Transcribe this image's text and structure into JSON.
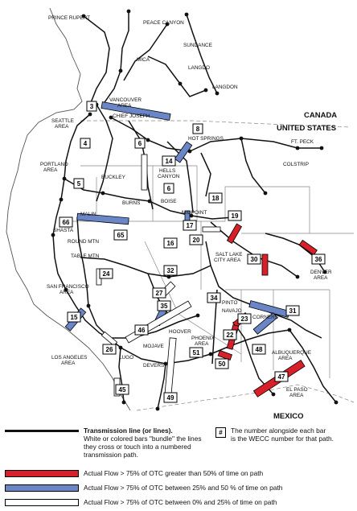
{
  "labels": {
    "prince_rupert": "PRINCE RUPERT",
    "peace_canyon": "PEACE CANYON",
    "mica": "MICA",
    "sundance": "SUNDANCE",
    "langdon_top": "LANGDO",
    "langdon": "LANGDON",
    "vancouver": "VANCOUVER",
    "vancouver_area": "AREA",
    "chief_joseph": "CHIEF JOSEPH",
    "seattle": "SEATTLE",
    "seattle_area": "AREA",
    "hot_springs": "HOT SPRINGS",
    "ft_peck": "FT. PECK",
    "portland": "PORTLAND",
    "portland_area": "AREA",
    "colstrip": "COLSTRIP",
    "buckley": "BUCKLEY",
    "hells_canyon_1": "HELLS",
    "hells_canyon_2": "CANYON",
    "burns": "BURNS",
    "boise": "BOISE",
    "midpoint": "MIDPOINT",
    "shasta": "SHASTA",
    "malin": "MALIN",
    "round_mtn": "ROUND MTN",
    "table_mtn": "TABLE MTN",
    "salt_lake_1": "SALT LAKE",
    "salt_lake_2": "CITY AREA",
    "denver_1": "DENVER",
    "denver_2": "AREA",
    "san_francisco": "SAN FRANCISCO",
    "san_francisco_area": "AREA",
    "pinto": "PINTO",
    "navajo": "NAVAJO",
    "four_corners": "CORNERS",
    "los_angeles": "LOS ANGELES",
    "los_angeles_area": "AREA",
    "lugo": "LUGO",
    "hoover": "HOOVER",
    "mojave": "MOJAVE",
    "phoenix": "PHOENIX",
    "phoenix_area": "AREA",
    "devers": "DEVERS",
    "albuquerque_1": "ALBUQUERQUE",
    "albuquerque_2": "AREA",
    "el_paso_1": "EL PASO",
    "el_paso_2": "AREA",
    "canada": "CANADA",
    "united_states": "UNITED STATES",
    "mexico": "MEXICO"
  },
  "paths": {
    "p3": "3",
    "p4": "4",
    "p5": "5",
    "p6": "6",
    "p6b": "6",
    "p8": "8",
    "p14": "14",
    "p15": "15",
    "p16": "16",
    "p17": "17",
    "p18": "18",
    "p19": "19",
    "p20": "20",
    "p22": "22",
    "p23": "23",
    "p24": "24",
    "p26": "26",
    "p27": "27",
    "p30": "30",
    "p31": "31",
    "p32": "32",
    "p34": "34",
    "p35": "35",
    "p36": "36",
    "p45": "45",
    "p46": "46",
    "p47": "47",
    "p48": "48",
    "p49": "49",
    "p50": "50",
    "p51": "51",
    "p65": "65",
    "p66": "66"
  },
  "legend": {
    "line_title": "Transmission line (or lines).",
    "line_desc_1": "White or colored bars \"bundle\" the lines",
    "line_desc_2": "they cross or touch into a numbered",
    "line_desc_3": "transmission path.",
    "number_box": "#",
    "number_desc_1": "The number alongside each bar",
    "number_desc_2": "is the WECC number for that path.",
    "red": "Actual Flow > 75% of OTC greater than 50% of time on path",
    "blue": "Actual Flow > 75% of OTC between 25% and 50 % of time on path",
    "white": "Actual Flow > 75% of OTC between 0% and 25% of time on path"
  },
  "colors": {
    "red": "#d8202b",
    "blue": "#6b86c6",
    "white": "#ffffff",
    "line": "#111111"
  }
}
